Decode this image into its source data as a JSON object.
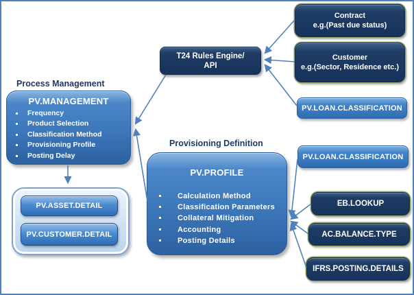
{
  "labels": {
    "process_management": "Process Management",
    "provisioning_definition": "Provisioning Definition"
  },
  "nodes": {
    "t24_rules_engine": {
      "line1": "T24 Rules Engine/",
      "line2": "API"
    },
    "contract": {
      "title": "Contract",
      "subtitle": "e.g.(Past due status)"
    },
    "customer": {
      "title": "Customer",
      "subtitle": "e.g.(Sector, Residence etc.)"
    },
    "pv_loan_classification_top": {
      "label": "PV.LOAN.CLASSIFICATION"
    },
    "pv_management": {
      "title": "PV.MANAGEMENT",
      "bullets": [
        "Frequency",
        "Product Selection",
        "Classification Method",
        "Provisioning Profile",
        "Posting Delay"
      ]
    },
    "pv_profile": {
      "title": "PV.PROFILE",
      "bullets": [
        "Calculation Method",
        "Classification Parameters",
        "Collateral Mitigation",
        "Accounting",
        "Posting Details"
      ]
    },
    "pv_asset_detail": {
      "label": "PV.ASSET.DETAIL"
    },
    "pv_customer_detail": {
      "label": "PV.CUSTOMER.DETAIL"
    },
    "pv_loan_classification_mid": {
      "label": "PV.LOAN.CLASSIFICATION"
    },
    "eb_lookup": {
      "label": "EB.LOOKUP"
    },
    "ac_balance_type": {
      "label": "AC.BALANCE.TYPE"
    },
    "ifrs_posting_details": {
      "label": "IFRS.POSTING.DETAILS"
    }
  },
  "colors": {
    "canvas_border": "#4f81bd",
    "dark_navy": "#1f3c64",
    "medium_blue": "#3f80c6",
    "large_box_blue": "#3c77ba",
    "connector": "#4f81bd",
    "label_text": "#1f3864"
  }
}
